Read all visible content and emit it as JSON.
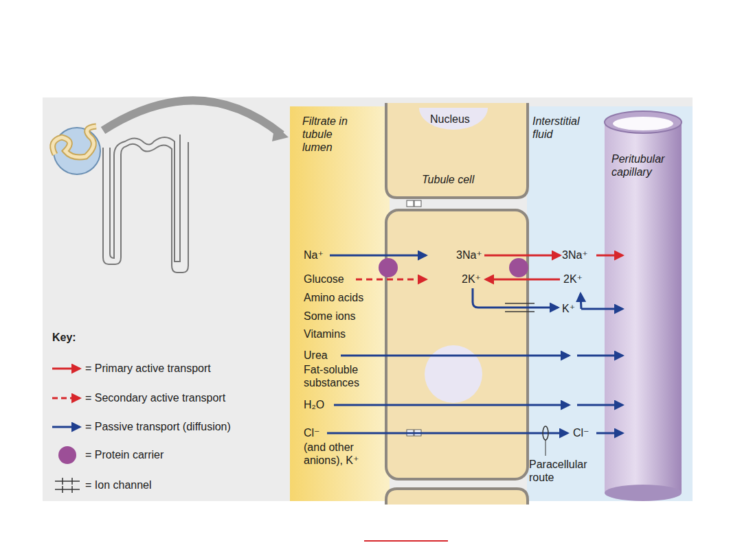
{
  "diagram": {
    "nodes": [
      {
        "text": [
          "Filtrate in tubule lumen"
        ]
      },
      {
        "text": [
          "Nucleus",
          "Tubule cell"
        ]
      },
      {
        "text": [
          "Interstitial fluid"
        ]
      },
      {
        "text": [
          "Peritubular capillary"
        ]
      }
    ],
    "labels": [
      "Na⁺",
      "3Na⁺",
      "3Na⁺",
      "Glucose",
      "2K⁺",
      "2K⁺",
      "Amino acids",
      "Some ions",
      "Vitamins",
      "K⁺",
      "Urea",
      "Fat-soluble substances",
      "H₂O",
      "Cl⁻",
      "(and other anions), K⁺",
      "Cl⁻",
      "Paracellular route",
      "Key:"
    ],
    "legend": [
      {
        "text": "= Primary active transport"
      },
      {
        "text": "= Secondary active transport"
      },
      {
        "text": "= Passive transport (diffusion)"
      },
      {
        "text": "= Protein carrier"
      },
      {
        "text": "= Ion channel"
      }
    ]
  }
}
